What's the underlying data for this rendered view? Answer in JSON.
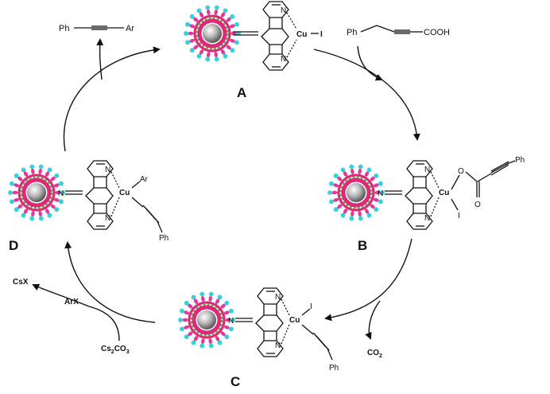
{
  "intermediates": {
    "A": {
      "label": "A",
      "metal": "Cu",
      "ligand": "I"
    },
    "B": {
      "label": "B",
      "metal": "Cu",
      "ligand": "I",
      "ester_o": "O",
      "carbonyl_o": "O",
      "end_group": "Ph"
    },
    "C": {
      "label": "C",
      "metal": "Cu",
      "ligand": "I",
      "end_group": "Ph"
    },
    "D": {
      "label": "D",
      "metal": "Cu",
      "ligand": "Ar",
      "end_group": "Ph"
    }
  },
  "pyridine_n": "N",
  "imine_n": "N",
  "reagents": {
    "product_ph": "Ph",
    "product_ar": "Ar",
    "acid_ph": "Ph",
    "acid_cooh": "COOH",
    "co2_main": "CO",
    "co2_sub": "2",
    "arx": "ArX",
    "csx": "CsX",
    "base_main_1": "Cs",
    "base_sub_1": "2",
    "base_main_2": "CO",
    "base_sub_2": "3"
  },
  "colors": {
    "shell_magenta": "#e0287a",
    "ligand_pink": "#e2389a",
    "bead_cyan": "#34d0dc",
    "inner_green": "#58b848",
    "core_gray": "#9a9a9a"
  },
  "icons": [
    "nanoparticle-icon",
    "phenanthroline-icon",
    "reaction-arrow-icon"
  ]
}
